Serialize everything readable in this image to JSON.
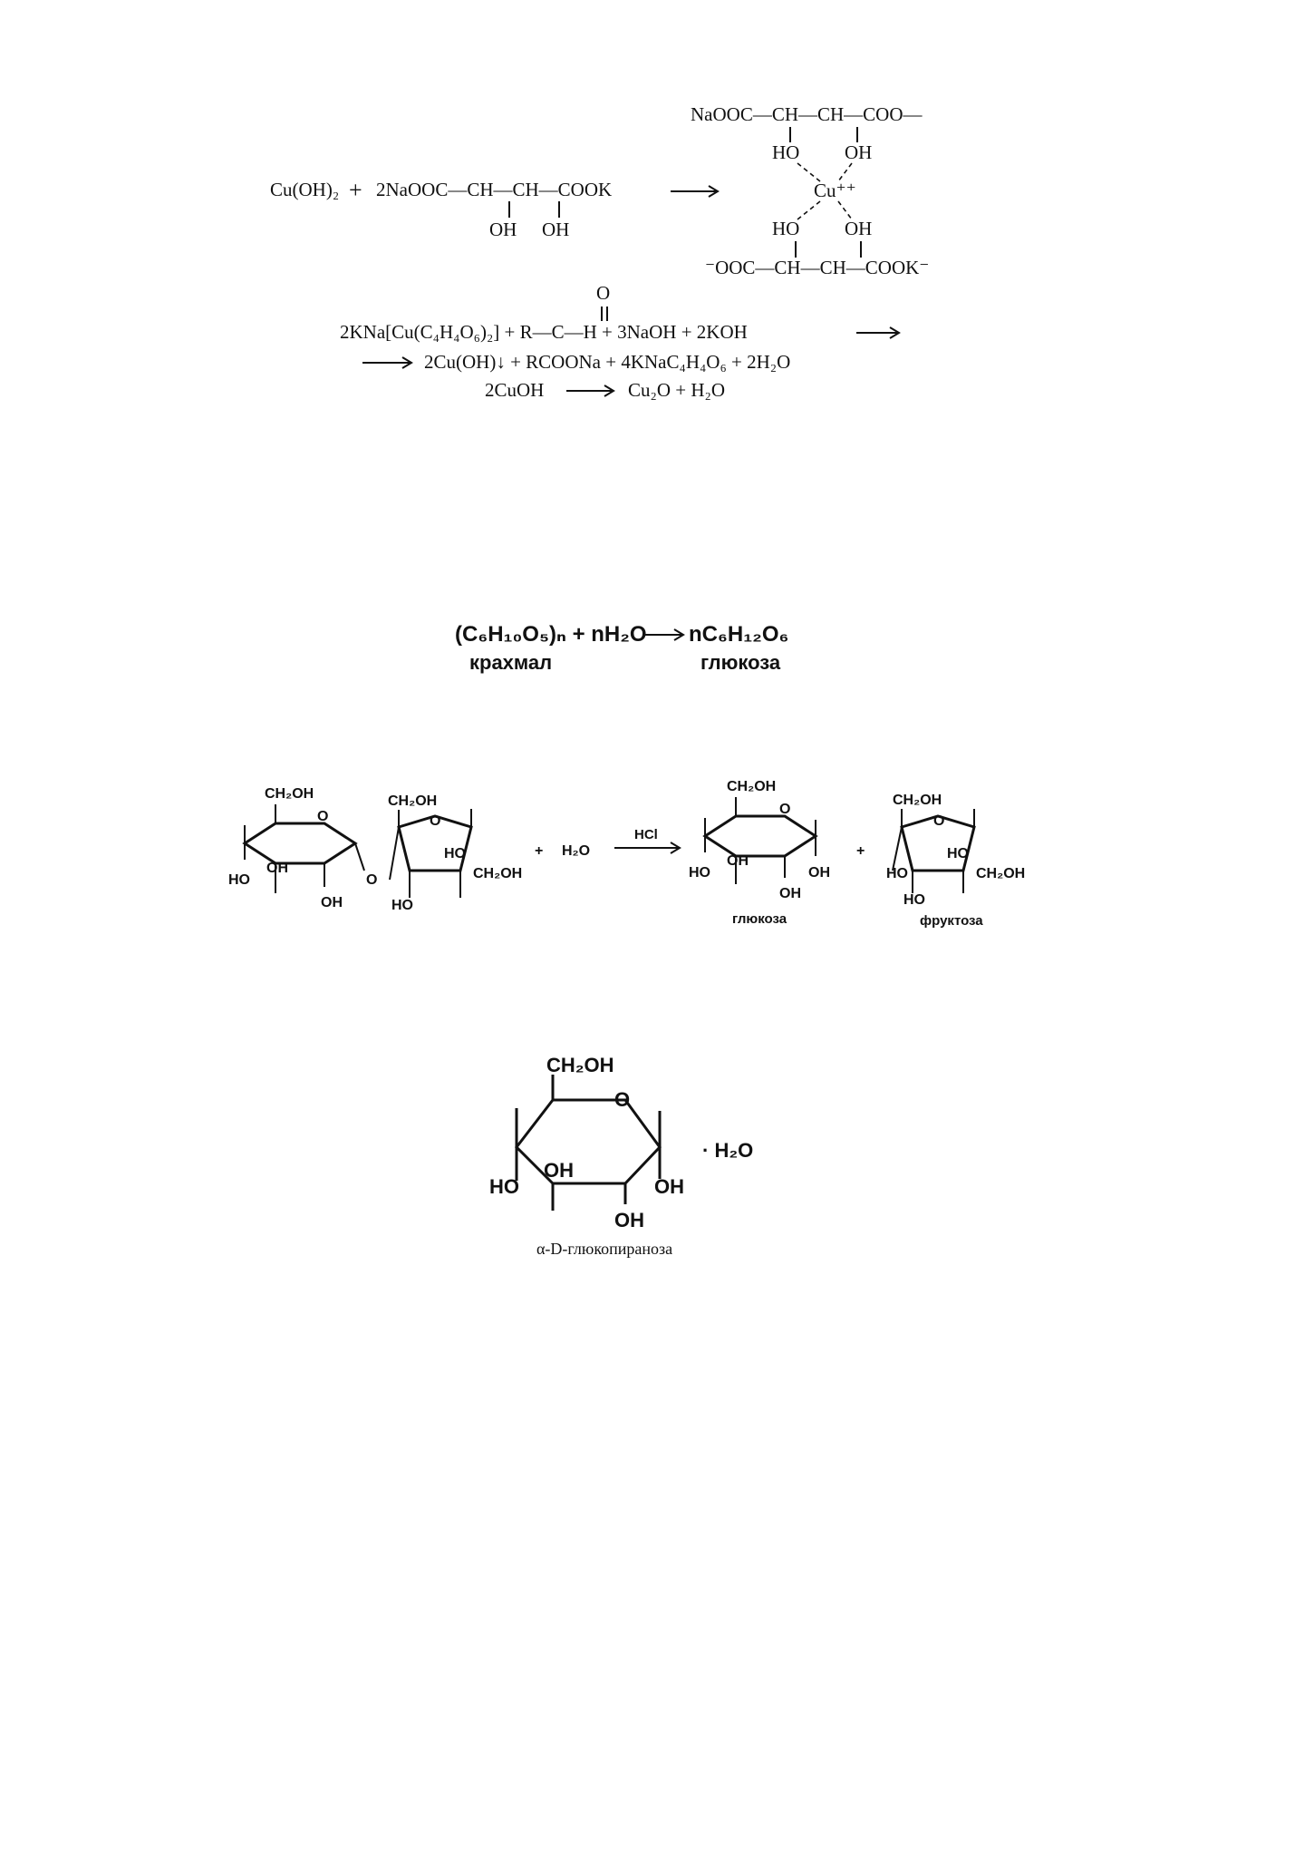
{
  "reaction1": {
    "reactant_a": "Cu(OH)₂",
    "plus": "+",
    "reactant_b": "2NaOOC—CH—CH—COOK",
    "oh1": "OH",
    "oh2": "OH",
    "complex_top": "NaOOC—CH—CH—COO—",
    "complex_top_ho": "HO",
    "complex_top_oh": "OH",
    "copper_ion": "Cu⁺⁺",
    "complex_bot_ho": "HO",
    "complex_bot_oh": "OH",
    "complex_bottom": "⁻OOC—CH—CH—COOK⁻"
  },
  "reaction2": {
    "oxygen": "O",
    "line1": "2KNa[Cu(C₄H₄O₆)₂] + R—C—H + 3NaOH + 2KOH",
    "line2": "2Cu(OH)↓ + RCOONa + 4KNaC₄H₄O₆ + 2H₂O",
    "line3_left": "2CuOH",
    "line3_right": "Cu₂O + H₂O"
  },
  "reaction3": {
    "left": "(C₆H₁₀O₅)ₙ + nH₂O",
    "right": "nC₆H₁₂O₆",
    "label_left": "крахмал",
    "label_right": "глюкоза"
  },
  "reaction4": {
    "ch2oh": "CH₂OH",
    "o": "O",
    "ho": "HO",
    "oh": "OH",
    "plus": "+",
    "water": "H₂O",
    "catalyst": "HCl",
    "label_glucose": "глюкоза",
    "label_fructose": "фруктоза"
  },
  "structure5": {
    "ch2oh": "CH₂OH",
    "o": "O",
    "ho": "HO",
    "oh": "OH",
    "hydrate": "· H₂O",
    "caption": "α-D-глюкопираноза"
  }
}
